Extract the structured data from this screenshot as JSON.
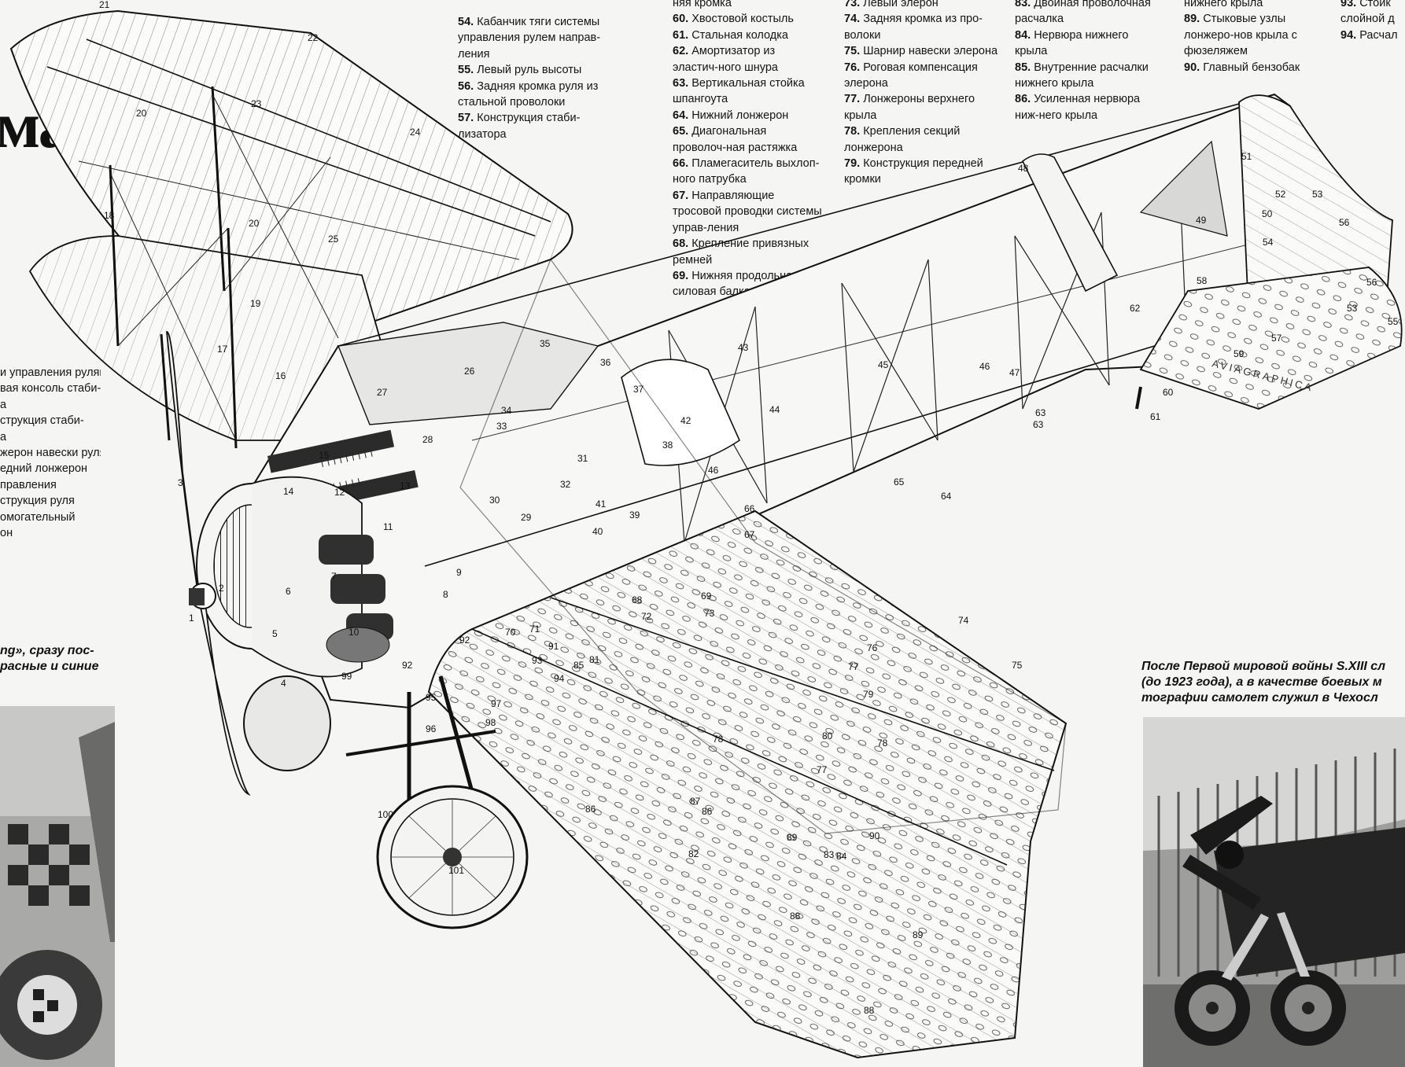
{
  "heading_fragment": "ма",
  "legend_left_cut": [
    "и управления рулями",
    "вая консоль стаби-",
    "а",
    "струкция стаби-",
    "а",
    "жерон навески руля",
    "едний лонжерон",
    "правления",
    "струкция руля",
    "омогательный",
    "он"
  ],
  "legend_col1": [
    {
      "num": "54.",
      "text": "Кабанчик тяги системы управления рулем направ-ления"
    },
    {
      "num": "55.",
      "text": "Левый руль высоты"
    },
    {
      "num": "56.",
      "text": "Задняя кромка руля из стальной проволоки"
    },
    {
      "num": "57.",
      "text": "Конструкция стаби-лизатора"
    }
  ],
  "legend_col2_top": "няя кромка",
  "legend_col2": [
    {
      "num": "60.",
      "text": "Хвостовой костыль"
    },
    {
      "num": "61.",
      "text": "Стальная колодка"
    },
    {
      "num": "62.",
      "text": "Амортизатор из эластич-ного шнура"
    },
    {
      "num": "63.",
      "text": "Вертикальная стойка шпангоута"
    },
    {
      "num": "64.",
      "text": "Нижний лонжерон"
    },
    {
      "num": "65.",
      "text": "Диагональная проволоч-ная растяжка"
    },
    {
      "num": "66.",
      "text": "Пламегаситель выхлоп-ного патрубка"
    },
    {
      "num": "67.",
      "text": "Направляющие тросовой проводки системы управ-ления"
    },
    {
      "num": "68.",
      "text": "Крепление привязных ремней"
    },
    {
      "num": "69.",
      "text": "Нижняя продольная силовая балка"
    }
  ],
  "legend_col3": [
    {
      "num": "73.",
      "text": "Левый элерон"
    },
    {
      "num": "74.",
      "text": "Задняя кромка из про-волоки"
    },
    {
      "num": "75.",
      "text": "Шарнир навески элерона"
    },
    {
      "num": "76.",
      "text": "Роговая компенсация элерона"
    },
    {
      "num": "77.",
      "text": "Лонжероны верхнего крыла"
    },
    {
      "num": "78.",
      "text": "Крепления секций лонжерона"
    },
    {
      "num": "79.",
      "text": "Конструкция передней кромки"
    }
  ],
  "legend_col4": [
    {
      "num": "83.",
      "text": "Двойная проволочная расчалка"
    },
    {
      "num": "84.",
      "text": "Нервюра нижнего крыла"
    },
    {
      "num": "85.",
      "text": "Внутренние расчалки нижнего крыла"
    },
    {
      "num": "86.",
      "text": "Усиленная нервюра ниж-него крыла"
    }
  ],
  "legend_col5_top": "нижнего крыла",
  "legend_col5": [
    {
      "num": "89.",
      "text": "Стыковые узлы лонжеро-нов крыла с фюзеляжем"
    },
    {
      "num": "90.",
      "text": "Главный бензобак"
    }
  ],
  "legend_col6": [
    {
      "num": "93.",
      "text": "Стойк"
    },
    {
      "num": "",
      "text": "слойной д"
    },
    {
      "num": "94.",
      "text": "Расчал"
    }
  ],
  "caption_left": [
    "ng», сразу пос-",
    "расные и синие"
  ],
  "caption_right": [
    "После Первой мировой войны S.XIII сл",
    "(до 1923 года), а в качестве боевых м",
    "тографии самолет служил в Чехосл"
  ],
  "watermark": "AVIAGRAPHICA",
  "callouts": [
    "1",
    "2",
    "3",
    "4",
    "5",
    "6",
    "7",
    "8",
    "9",
    "10",
    "11",
    "12",
    "13",
    "14",
    "15",
    "16",
    "17",
    "18",
    "19",
    "20",
    "20",
    "21",
    "22",
    "23",
    "24",
    "25",
    "26",
    "27",
    "28",
    "29",
    "30",
    "31",
    "32",
    "33",
    "34",
    "35",
    "36",
    "37",
    "38",
    "39",
    "40",
    "41",
    "42",
    "43",
    "44",
    "45",
    "46",
    "46",
    "47",
    "48",
    "49",
    "50",
    "51",
    "52",
    "53",
    "53",
    "54",
    "55",
    "56",
    "56",
    "57",
    "58",
    "59",
    "60",
    "61",
    "62",
    "63",
    "63",
    "64",
    "65",
    "66",
    "67",
    "68",
    "69",
    "70",
    "71",
    "72",
    "73",
    "74",
    "75",
    "76",
    "77",
    "77",
    "78",
    "78",
    "79",
    "80",
    "81",
    "82",
    "83",
    "84",
    "85",
    "86",
    "86",
    "87",
    "88",
    "88",
    "89",
    "89",
    "90",
    "91",
    "92",
    "92",
    "93",
    "94",
    "95",
    "96",
    "97",
    "98",
    "99",
    "100",
    "101"
  ]
}
